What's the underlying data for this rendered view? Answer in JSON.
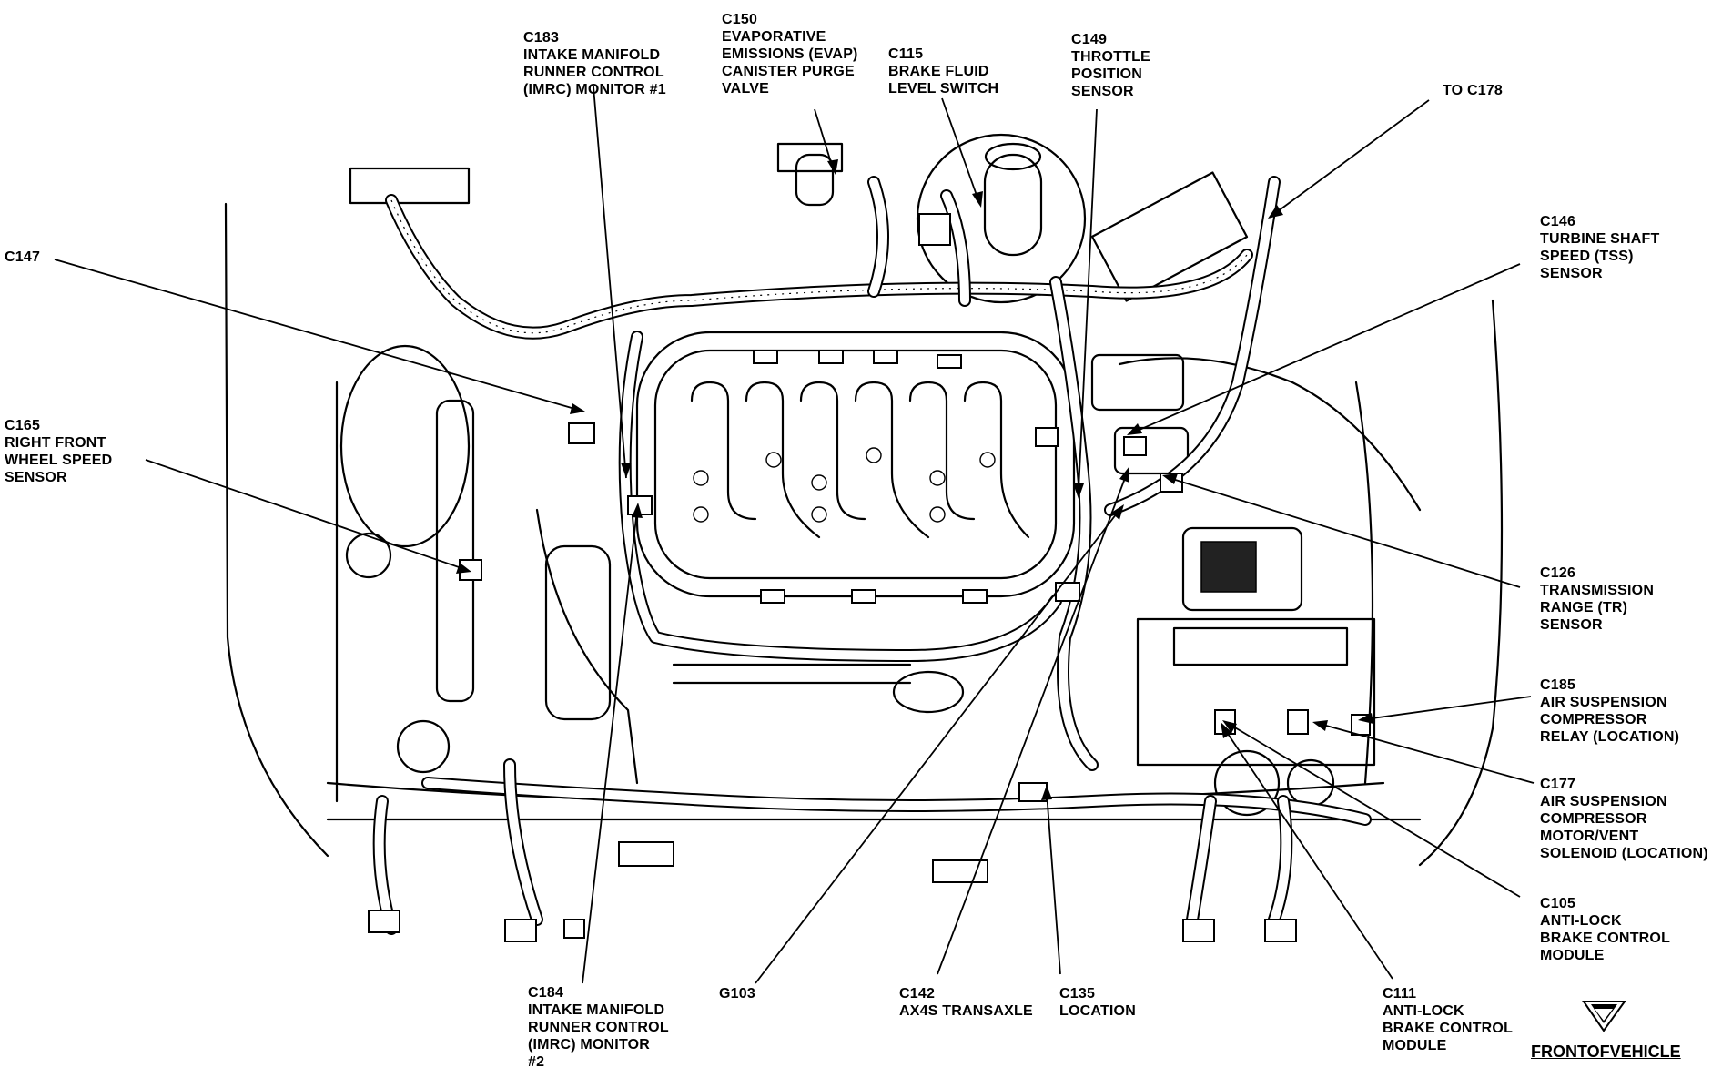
{
  "labels": {
    "c183": "C183\nINTAKE MANIFOLD\nRUNNER CONTROL\n(IMRC) MONITOR #1",
    "c150": "C150\nEVAPORATIVE\nEMISSIONS (EVAP)\nCANISTER PURGE\nVALVE",
    "c115": "C115\nBRAKE FLUID\nLEVEL SWITCH",
    "c149": "C149\nTHROTTLE\nPOSITION\nSENSOR",
    "to_c178": "TO C178",
    "c147": "C147",
    "c146": "C146\nTURBINE SHAFT\nSPEED (TSS)\nSENSOR",
    "c165": "C165\nRIGHT FRONT\nWHEEL SPEED\nSENSOR",
    "c126": "C126\nTRANSMISSION\nRANGE (TR)\nSENSOR",
    "c185": "C185\nAIR SUSPENSION\nCOMPRESSOR\nRELAY (LOCATION)",
    "c177": "C177\nAIR SUSPENSION\nCOMPRESSOR\nMOTOR/VENT\nSOLENOID (LOCATION)",
    "c105": "C105\nANTI-LOCK\nBRAKE CONTROL\nMODULE",
    "c184": "C184\nINTAKE MANIFOLD\nRUNNER CONTROL\n(IMRC) MONITOR\n#2",
    "g103": "G103",
    "c142": "C142\nAX4S TRANSAXLE",
    "c135": "C135\nLOCATION",
    "c111": "C111\nANTI-LOCK\nBRAKE CONTROL\nMODULE"
  },
  "front_of_vehicle": "FRONTOFVEHICLE",
  "icons": {
    "front_arrow": "front-direction-arrow-icon"
  }
}
